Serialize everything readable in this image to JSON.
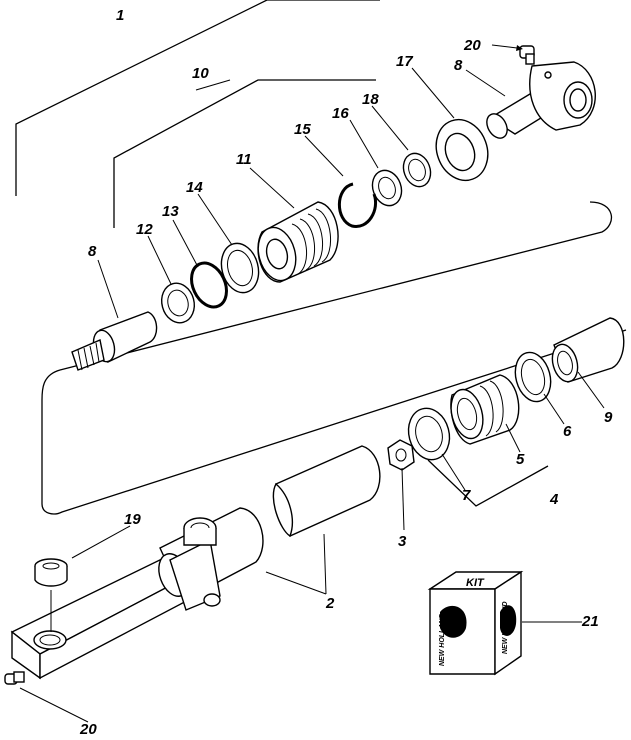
{
  "diagram": {
    "callouts": {
      "c1": "1",
      "c2": "2",
      "c3": "3",
      "c4": "4",
      "c5": "5",
      "c6": "6",
      "c7": "7",
      "c8_top": "8",
      "c8_left": "8",
      "c9": "9",
      "c10": "10",
      "c11": "11",
      "c12": "12",
      "c13": "13",
      "c14": "14",
      "c15": "15",
      "c16": "16",
      "c17": "17",
      "c18": "18",
      "c19": "19",
      "c20_top": "20",
      "c20_bottom": "20",
      "c21": "21"
    },
    "kit_box": {
      "label": "KIT",
      "brand_left": "NEW HOLLAND",
      "brand_right": "NEW HOLLAND"
    }
  }
}
